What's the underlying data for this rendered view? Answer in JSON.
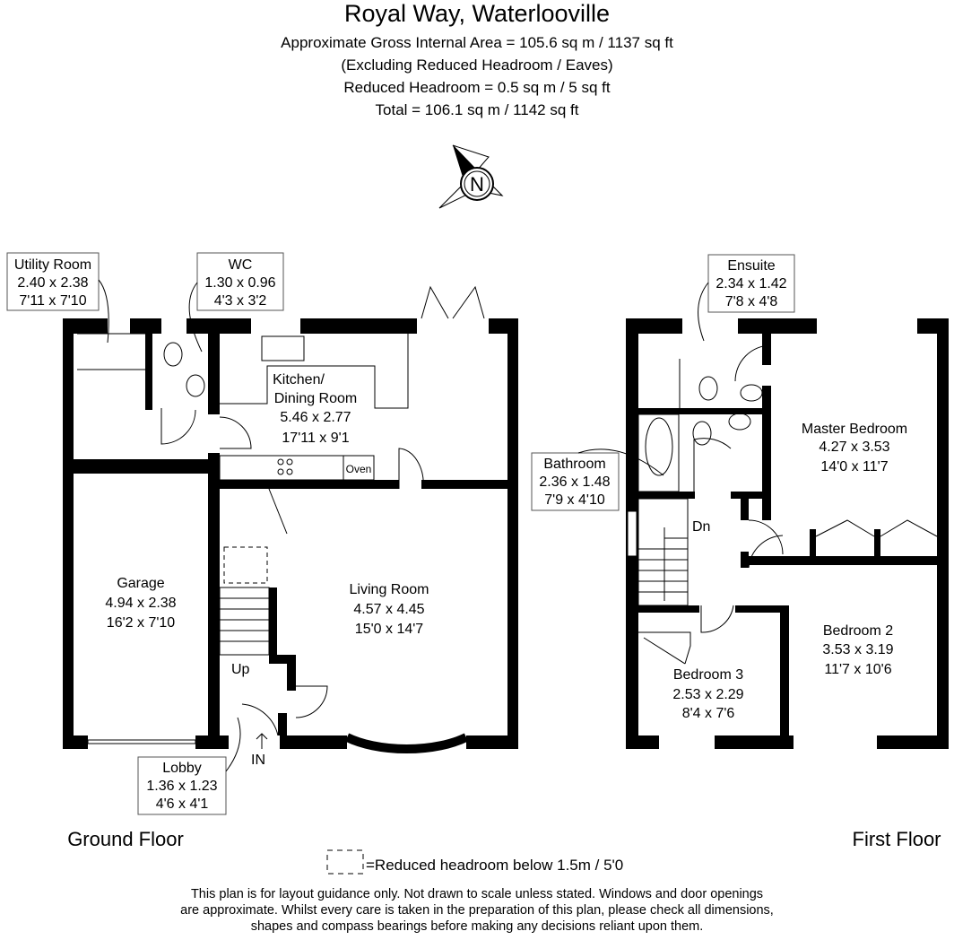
{
  "header": {
    "title": "Royal Way, Waterlooville",
    "lines": [
      "Approximate Gross Internal Area = 105.6 sq m / 1137 sq ft",
      "(Excluding Reduced Headroom / Eaves)",
      "Reduced Headroom = 0.5 sq m / 5 sq ft",
      "Total = 106.1 sq m / 1142 sq ft"
    ]
  },
  "compass": {
    "icon": "compass-north-icon",
    "label": "N"
  },
  "ground_floor": {
    "label": "Ground Floor",
    "rooms": {
      "utility": {
        "name": "Utility Room",
        "metric": "2.40 x 2.38",
        "imperial": "7'11 x 7'10"
      },
      "wc": {
        "name": "WC",
        "metric": "1.30 x 0.96",
        "imperial": "4'3 x 3'2"
      },
      "kitchen": {
        "name1": "Kitchen/",
        "name2": "Dining Room",
        "metric": "5.46 x 2.77",
        "imperial": "17'11 x 9'1"
      },
      "garage": {
        "name": "Garage",
        "metric": "4.94 x 2.38",
        "imperial": "16'2 x 7'10"
      },
      "living": {
        "name": "Living Room",
        "metric": "4.57 x 4.45",
        "imperial": "15'0 x 14'7"
      },
      "lobby": {
        "name": "Lobby",
        "metric": "1.36 x 1.23",
        "imperial": "4'6 x 4'1"
      }
    },
    "oven": "Oven",
    "up": "Up",
    "entrance": "IN"
  },
  "first_floor": {
    "label": "First Floor",
    "rooms": {
      "ensuite": {
        "name": "Ensuite",
        "metric": "2.34 x 1.42",
        "imperial": "7'8 x 4'8"
      },
      "bathroom": {
        "name": "Bathroom",
        "metric": "2.36 x 1.48",
        "imperial": "7'9 x 4'10"
      },
      "master": {
        "name": "Master Bedroom",
        "metric": "4.27 x 3.53",
        "imperial": "14'0 x 11'7"
      },
      "bedroom2": {
        "name": "Bedroom 2",
        "metric": "3.53 x 3.19",
        "imperial": "11'7 x 10'6"
      },
      "bedroom3": {
        "name": "Bedroom 3",
        "metric": "2.53 x 2.29",
        "imperial": "8'4 x 7'6"
      }
    },
    "down": "Dn"
  },
  "legend": {
    "text": "=Reduced headroom below 1.5m / 5'0"
  },
  "disclaimer": [
    "This plan is for layout guidance only. Not drawn to scale unless stated. Windows and door openings",
    "are approximate. Whilst every care is taken in the preparation of this plan, please check all dimensions,",
    "shapes and compass bearings before making any decisions reliant upon them."
  ]
}
